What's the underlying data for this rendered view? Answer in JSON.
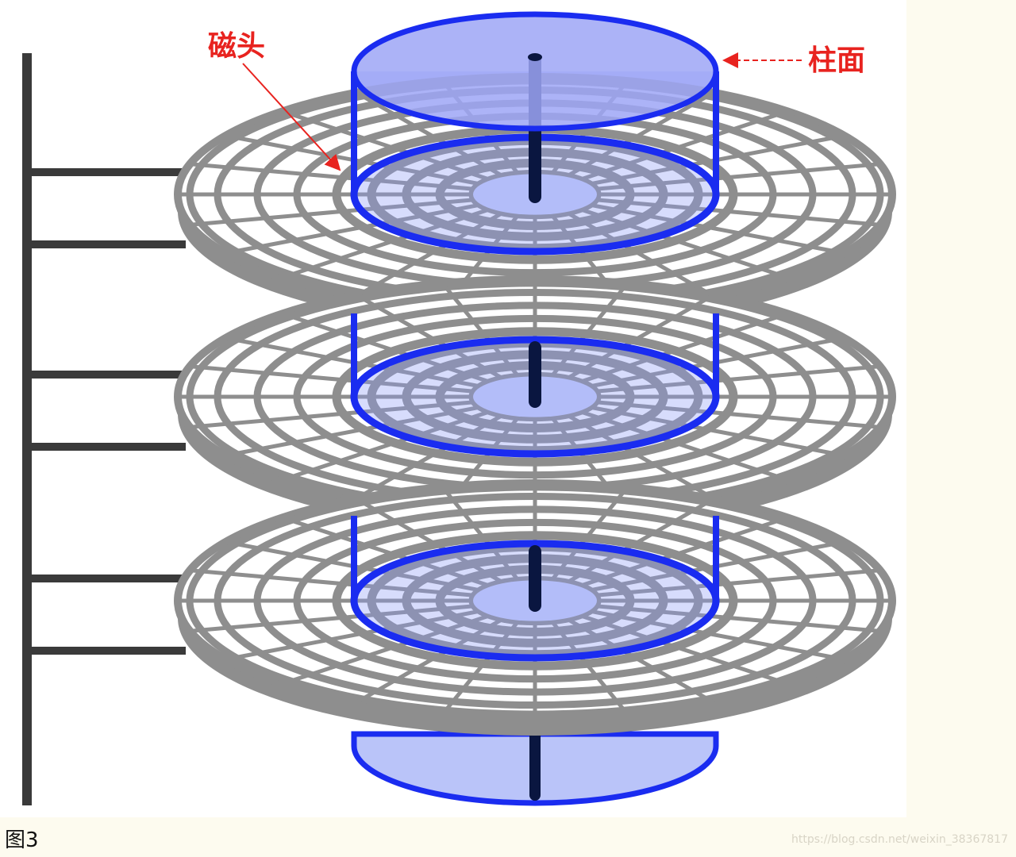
{
  "diagram": {
    "labels": {
      "head": "磁头",
      "cylinder": "柱面"
    },
    "platter_count": 3,
    "colors": {
      "platter": "#8e8e8e",
      "cylinder_stroke": "#1a2cf0",
      "cylinder_fill": "#8c9cf5",
      "cylinder_top_fill": "#9da6f6",
      "spindle": "#0a1640",
      "arm": "#3a3a3a",
      "annotation": "#e8231f",
      "background": "#ffffff"
    }
  },
  "caption": "图3",
  "watermark": "https://blog.csdn.net/weixin_38367817"
}
